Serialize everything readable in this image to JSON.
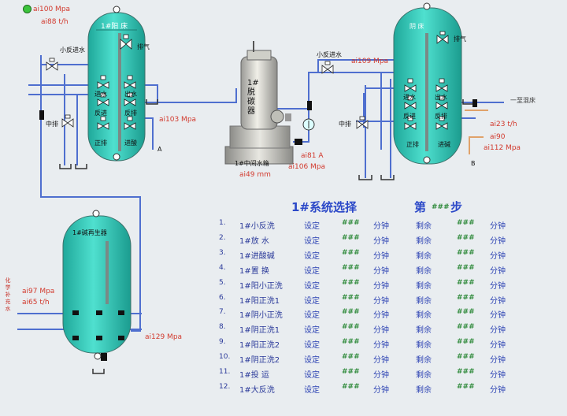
{
  "status": {
    "indicator_color": "#3cc43c",
    "ai100": "ai100   Mpa",
    "ai88": "ai88   t/h"
  },
  "tank1": {
    "top_label": "1#阳 床",
    "exhaust": "排气",
    "small_backwash_in": "小反进水",
    "middle_row": "中排",
    "pressure": "ai103   Mpa",
    "valves": [
      "进水",
      "出水",
      "反进",
      "反排",
      "正排",
      "进酸"
    ],
    "drain_tag": "A"
  },
  "tower": {
    "label": "1#脱碳器",
    "tank_label": "1#中间水箱",
    "level": "ai49  mm",
    "current": "ai81  A",
    "pressure": "ai106   Mpa"
  },
  "tank2": {
    "top_label": "阴 床",
    "exhaust": "排气",
    "small_backwash_in": "小反进水",
    "middle_row": "中排",
    "pressure": "ai109   Mpa",
    "valves": [
      "进水",
      "出水",
      "反进",
      "反排",
      "正排",
      "进碱"
    ],
    "outflow": "一至混床",
    "flow": "ai23   t/h",
    "ai90": "ai90",
    "ai112": "ai112   Mpa",
    "drain_tag": "B"
  },
  "tank3": {
    "top_label": "1#碱再生器",
    "ai97": "ai97   Mpa",
    "ai65": "ai65   t/h",
    "ai129": "ai129   Mpa",
    "side_text": "化学补充水"
  },
  "system_panel": {
    "title": "1#系统选择",
    "step_prefix": "第",
    "step_value": "###",
    "step_suffix": "步",
    "set_label": "设定",
    "minute_label": "分钟",
    "remain_label": "剩余",
    "placeholder": "###",
    "steps": [
      {
        "num": "1.",
        "name": "1#小反洗"
      },
      {
        "num": "2.",
        "name": "1#放   水"
      },
      {
        "num": "3.",
        "name": "1#进酸碱"
      },
      {
        "num": "4.",
        "name": "1#置   换"
      },
      {
        "num": "5.",
        "name": "1#阳小正洗"
      },
      {
        "num": "6.",
        "name": "1#阳正洗1"
      },
      {
        "num": "7.",
        "name": "1#阴小正洗"
      },
      {
        "num": "8.",
        "name": "1#阴正洗1"
      },
      {
        "num": "9.",
        "name": "1#阳正洗2"
      },
      {
        "num": "10.",
        "name": "1#阴正洗2"
      },
      {
        "num": "11.",
        "name": "1#投   运"
      },
      {
        "num": "12.",
        "name": "1#大反洗"
      }
    ]
  },
  "colors": {
    "pipe": "#4f6fcf",
    "tank": "#2fc2b2",
    "red_text": "#d23a2e",
    "blue_text": "#2e44b4",
    "green_value": "#2f8a3b"
  }
}
